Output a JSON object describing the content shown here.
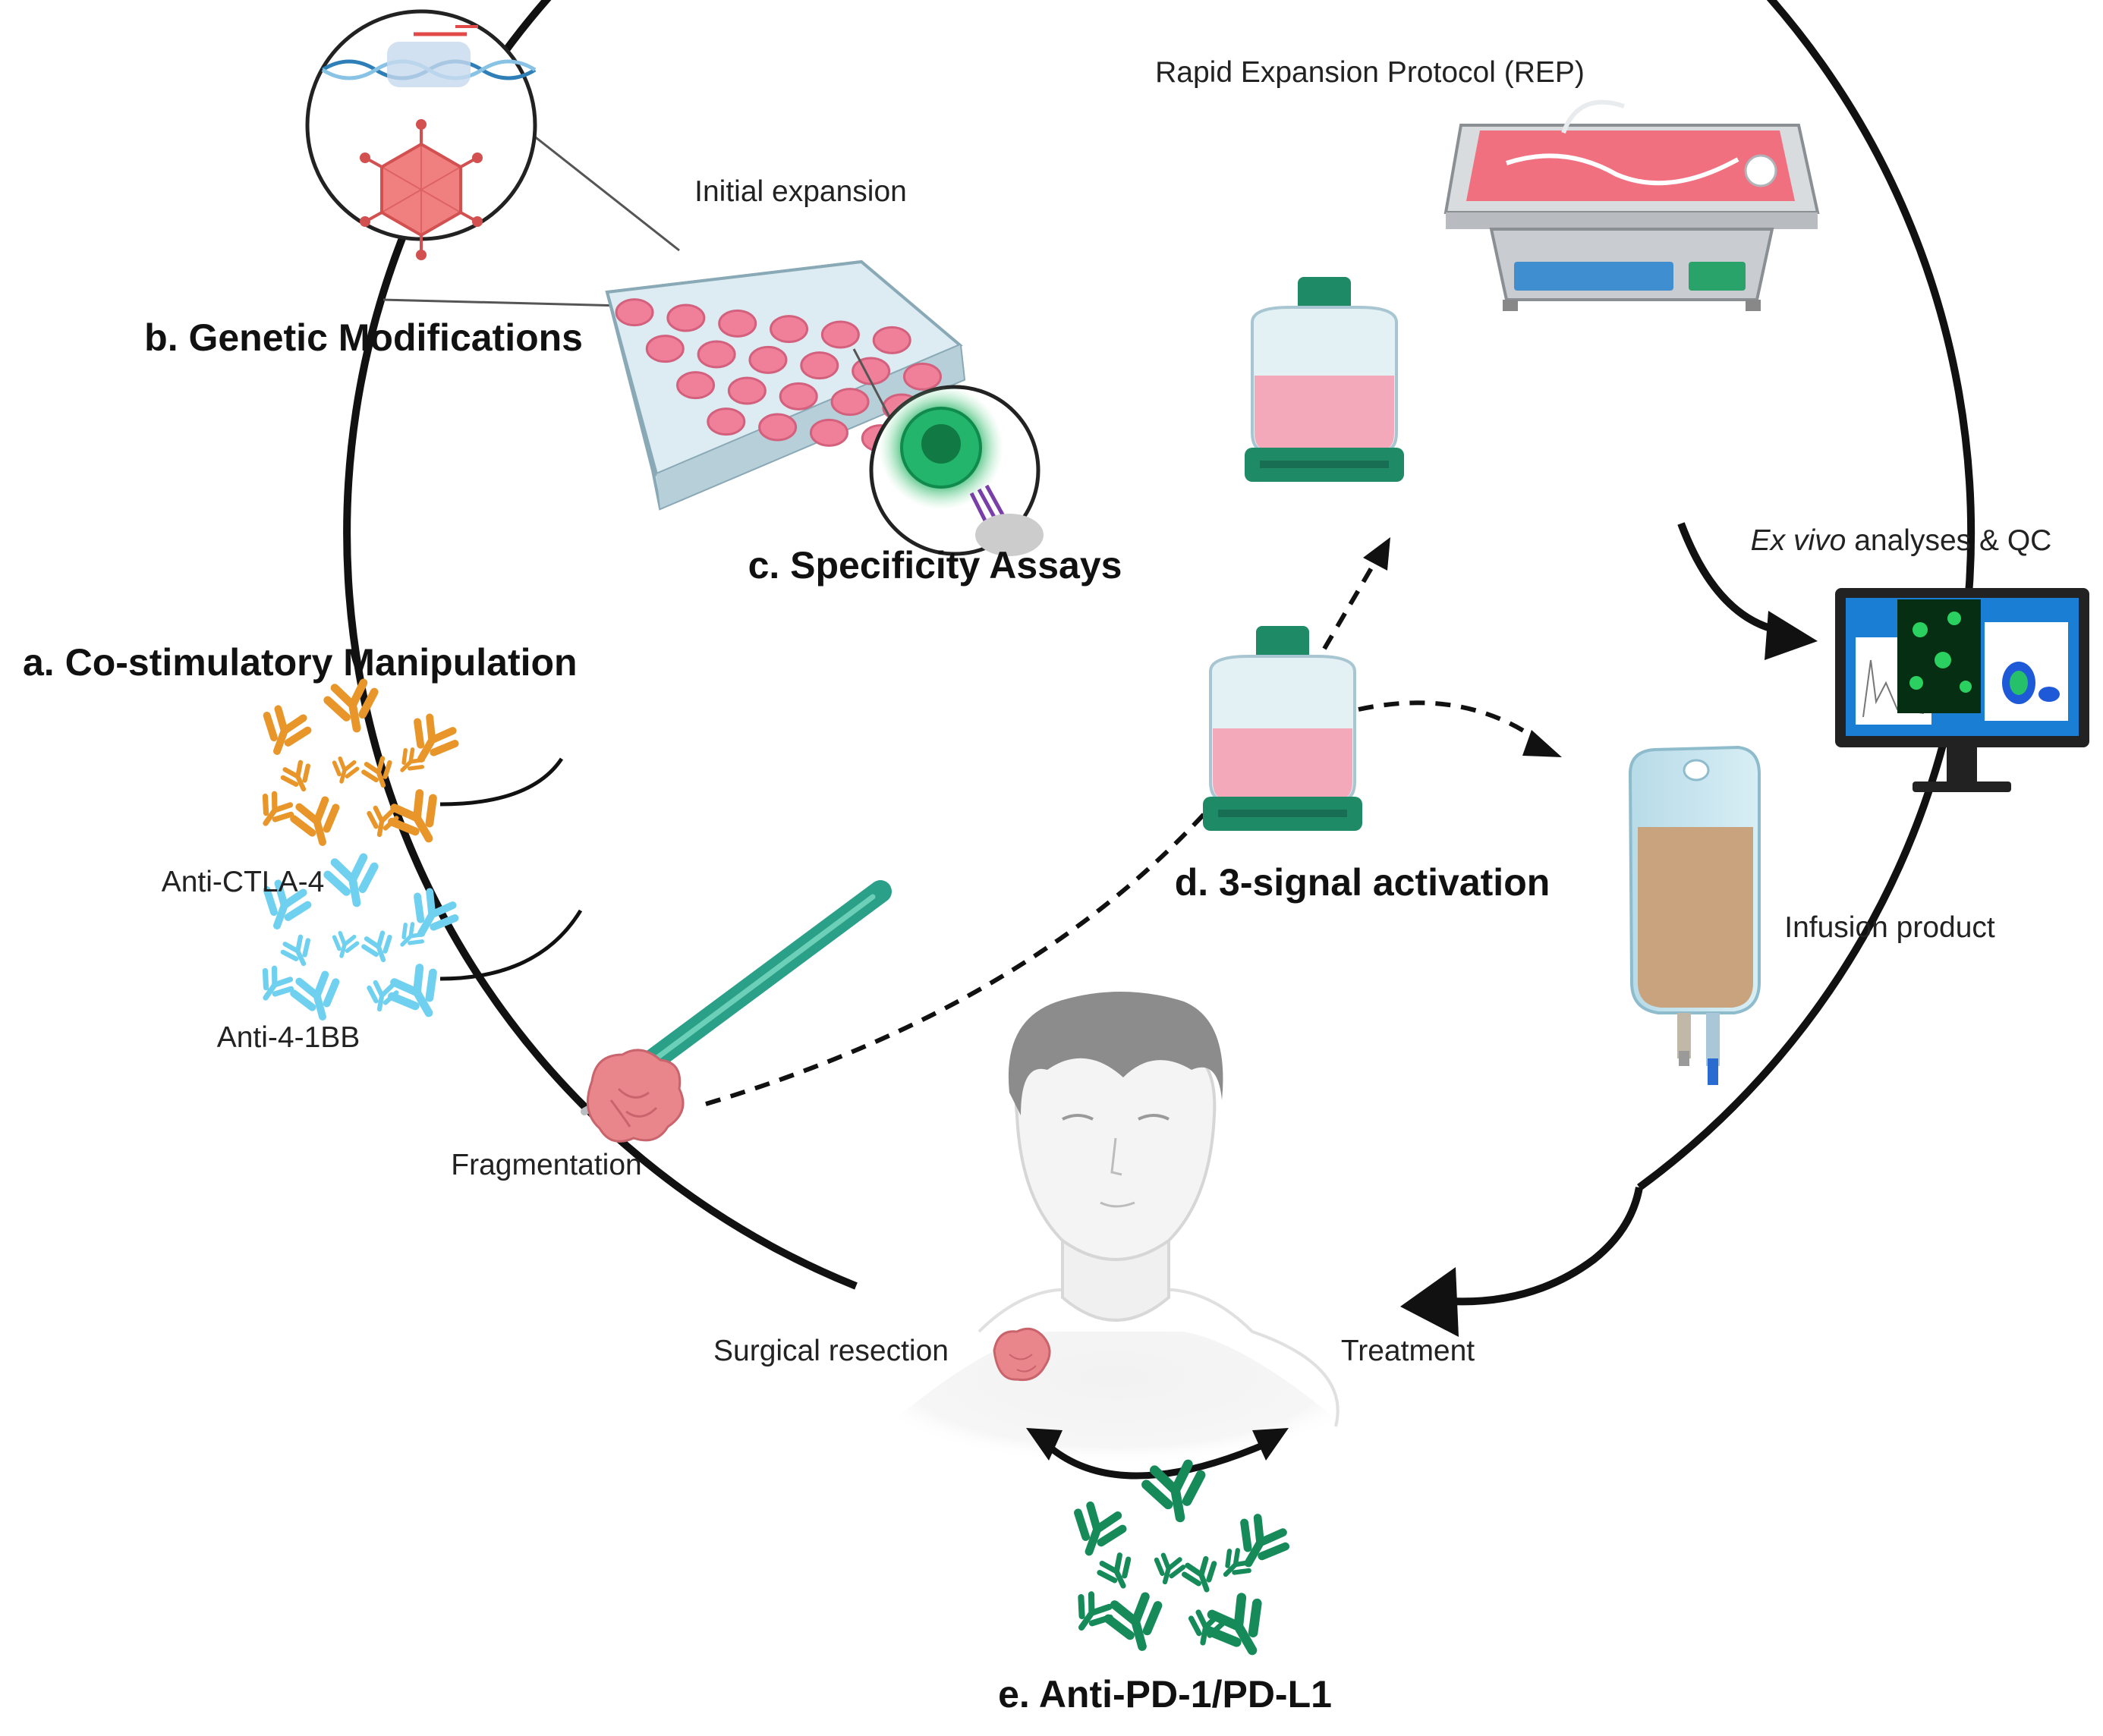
{
  "labels": {
    "rep": "Rapid Expansion Protocol (REP)",
    "initial_expansion": "Initial expansion",
    "genetic_modifications": "b. Genetic Modifications",
    "specificity_assays": "c. Specificity Assays",
    "exvivo_italic": "Ex vivo",
    "exvivo_rest": " analyses & QC",
    "co_stimulatory": "a. Co-stimulatory Manipulation",
    "anti_ctla4": "Anti-CTLA-4",
    "anti_41bb": "Anti-4-1BB",
    "three_signal": "d. 3-signal activation",
    "infusion_product": "Infusion product",
    "fragmentation": "Fragmentation",
    "surgical_resection": "Surgical resection",
    "treatment": "Treatment",
    "anti_pd1": "e. Anti-PD-1/PD-L1"
  },
  "colors": {
    "cycle": "#111111",
    "culture_pink": "#f08aa0",
    "bottle_green": "#1f8a66",
    "ctla4_orange": "#e8962a",
    "bb_blue": "#6fd0ef",
    "pd1_green": "#178a5a",
    "tumor": "#e9868c",
    "scalpel": "#2aa089",
    "bag_fluid": "#c9a27e",
    "monitor_blue": "#1a7fd4"
  },
  "icons": {
    "culture_plate": "well-plate-icon",
    "bioreactor": "rep-bioreactor-icon",
    "flask": "culture-flask-icon",
    "infusion_bag": "infusion-bag-icon",
    "monitor": "analysis-monitor-icon",
    "scalpel": "scalpel-icon",
    "tumor": "tumor-tissue-icon",
    "patient": "patient-icon",
    "antibody": "antibody-icon",
    "virus": "viral-vector-icon",
    "cell": "t-cell-icon",
    "dna": "dna-icon"
  }
}
